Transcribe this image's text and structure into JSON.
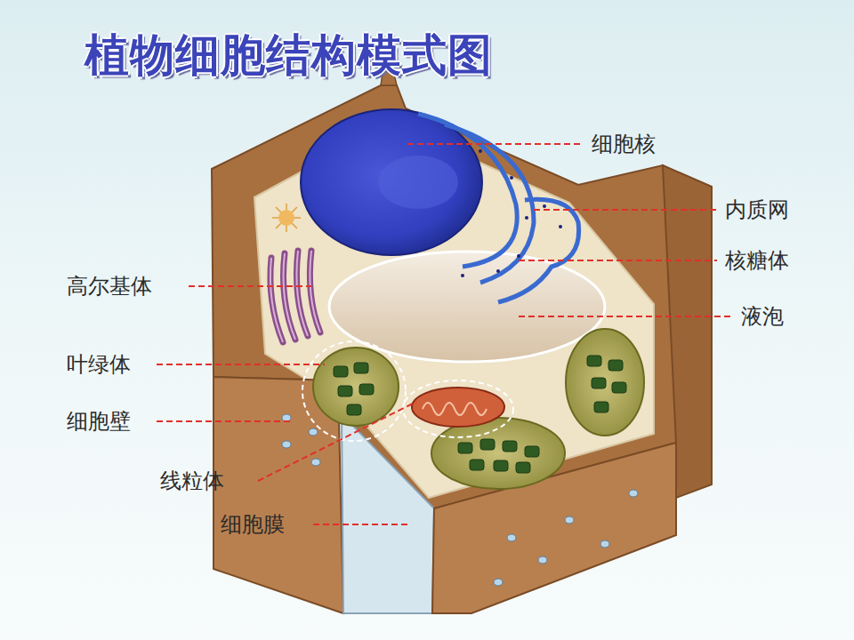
{
  "diagram": {
    "title": "植物细胞结构模式图",
    "labels": [
      "细胞核",
      "内质网",
      "核糖体",
      "高尔基体",
      "液泡",
      "叶绿体",
      "细胞壁",
      "线粒体",
      "细胞膜"
    ]
  }
}
